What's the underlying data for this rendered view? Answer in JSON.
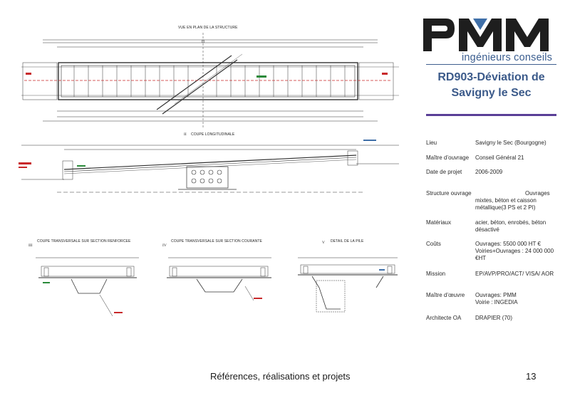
{
  "logo": {
    "letters": "PMM",
    "subtitle": "ingénieurs conseils"
  },
  "project": {
    "title_line1": "RD903-Déviation de",
    "title_line2": "Savigny le Sec"
  },
  "drawings": {
    "plan_title": "VUE EN PLAN DE LA STRUCTURE",
    "longitudinal_roman": "II",
    "longitudinal_title": "COUPE LONGITUDINALE",
    "transverse_reinforced_roman": "III",
    "transverse_reinforced_title": "COUPE TRANSVERSALE SUR SECTION RENFORCEE",
    "transverse_current_roman": "IV",
    "transverse_current_title": "COUPE TRANSVERSALE SUR SECTION COURANTE",
    "detail_roman": "V",
    "detail_title": "DETAIL DE LA PILE"
  },
  "info": [
    {
      "label": "Lieu",
      "lines": [
        "Savigny le Sec (Bourgogne)"
      ]
    },
    {
      "label": "Maître d’ouvrage",
      "lines": [
        "Conseil Général 21"
      ]
    },
    {
      "label": "Date de projet",
      "lines": [
        "2006-2009"
      ]
    },
    {
      "label": "Structure ouvrage",
      "lines": [
        "Ouvrages",
        "mixtes, béton et caisson",
        "métallique(3 PS et 2 PI)"
      ]
    },
    {
      "label": "Matériaux",
      "lines": [
        "acier, béton, enrobés, béton",
        "désactivé"
      ]
    },
    {
      "label": "Coûts",
      "lines": [
        "Ouvrages: 5500 000 HT  €",
        "Voiries+Ouvrages : 24 000 000",
        "€HT"
      ]
    },
    {
      "label": "Mission",
      "lines": [
        "EP/AVP/PRO/ACT/ VISA/ AOR"
      ]
    },
    {
      "label": "Maître d’œuvre",
      "lines": [
        "Ouvrages: PMM",
        "Voirie : INGEDIA"
      ]
    },
    {
      "label": "Architecte OA",
      "lines": [
        "DRAPIER (70)"
      ]
    }
  ],
  "footer": {
    "text": "Références, réalisations et projets",
    "page": "13"
  },
  "colors": {
    "logo_dark": "#1e1e1e",
    "logo_blue": "#3f6fa8",
    "title_blue": "#3b5a8a",
    "rule_purple": "#5a3f97"
  }
}
